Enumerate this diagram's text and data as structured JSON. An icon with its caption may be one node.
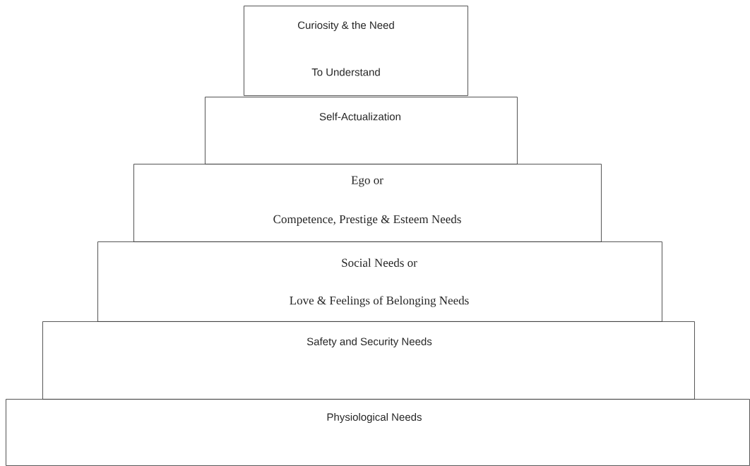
{
  "diagram": {
    "nodes": [
      {
        "text": [
          "Curiosity & the Need",
          "To Understand"
        ]
      },
      {
        "text": [
          "Self-Actualization"
        ]
      },
      {
        "text": [
          "Ego or",
          "Competence, Prestige & Esteem Needs"
        ]
      },
      {
        "text": [
          "Social Needs or",
          "Love & Feelings of Belonging Needs"
        ]
      },
      {
        "text": [
          "Safety and Security Needs"
        ]
      },
      {
        "text": [
          "Physiological Needs"
        ]
      }
    ]
  }
}
